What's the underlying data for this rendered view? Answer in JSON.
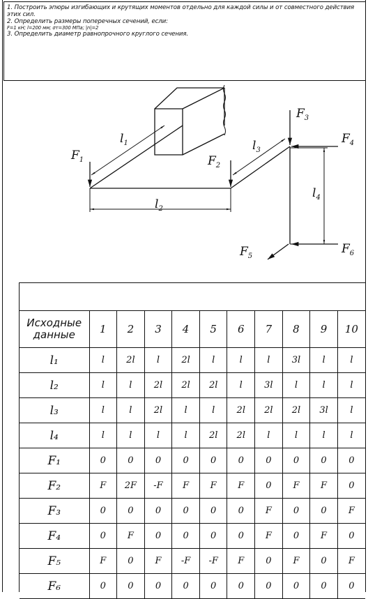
{
  "task": {
    "line1": "1. Построить эпюры изгибающих и крутящих моментов отдельно для каждой силы и от совместного действия этих сил.",
    "line2": "2. Определить размеры поперечных сечений, если:",
    "line3": "F=1 кН; l=200 мм; σт=300 МПа; |n|=2",
    "line4": "3. Определить диаметр равнопрочного круглого сечения."
  },
  "figure_labels": {
    "F1": "F",
    "F1_sub": "1",
    "F2": "F",
    "F2_sub": "2",
    "F3": "F",
    "F3_sub": "3",
    "F4": "F",
    "F4_sub": "4",
    "F5": "F",
    "F5_sub": "5",
    "F6": "F",
    "F6_sub": "6",
    "l1": "l",
    "l1_sub": "1",
    "l2": "l",
    "l2_sub": "2",
    "l3": "l",
    "l3_sub": "3",
    "l4": "l",
    "l4_sub": "4"
  },
  "table": {
    "header_label": "Исходные данные",
    "columns": [
      "1",
      "2",
      "3",
      "4",
      "5",
      "6",
      "7",
      "8",
      "9",
      "10"
    ],
    "rows": [
      {
        "name": "l₁",
        "values": [
          "l",
          "2l",
          "l",
          "2l",
          "l",
          "l",
          "l",
          "3l",
          "l",
          "l"
        ]
      },
      {
        "name": "l₂",
        "values": [
          "l",
          "l",
          "2l",
          "2l",
          "2l",
          "l",
          "3l",
          "l",
          "l",
          "l"
        ]
      },
      {
        "name": "l₃",
        "values": [
          "l",
          "l",
          "2l",
          "l",
          "l",
          "2l",
          "2l",
          "2l",
          "3l",
          "l"
        ]
      },
      {
        "name": "l₄",
        "values": [
          "l",
          "l",
          "l",
          "l",
          "2l",
          "2l",
          "l",
          "l",
          "l",
          "l"
        ]
      },
      {
        "name": "F₁",
        "values": [
          "0",
          "0",
          "0",
          "0",
          "0",
          "0",
          "0",
          "0",
          "0",
          "0"
        ]
      },
      {
        "name": "F₂",
        "values": [
          "F",
          "2F",
          "-F",
          "F",
          "F",
          "F",
          "0",
          "F",
          "F",
          "0"
        ]
      },
      {
        "name": "F₃",
        "values": [
          "0",
          "0",
          "0",
          "0",
          "0",
          "0",
          "F",
          "0",
          "0",
          "F"
        ]
      },
      {
        "name": "F₄",
        "values": [
          "0",
          "F",
          "0",
          "0",
          "0",
          "0",
          "F",
          "0",
          "F",
          "0"
        ]
      },
      {
        "name": "F₅",
        "values": [
          "F",
          "0",
          "F",
          "-F",
          "-F",
          "F",
          "0",
          "F",
          "0",
          "F"
        ]
      },
      {
        "name": "F₆",
        "values": [
          "0",
          "0",
          "0",
          "0",
          "0",
          "0",
          "0",
          "0",
          "0",
          "0"
        ]
      }
    ]
  }
}
